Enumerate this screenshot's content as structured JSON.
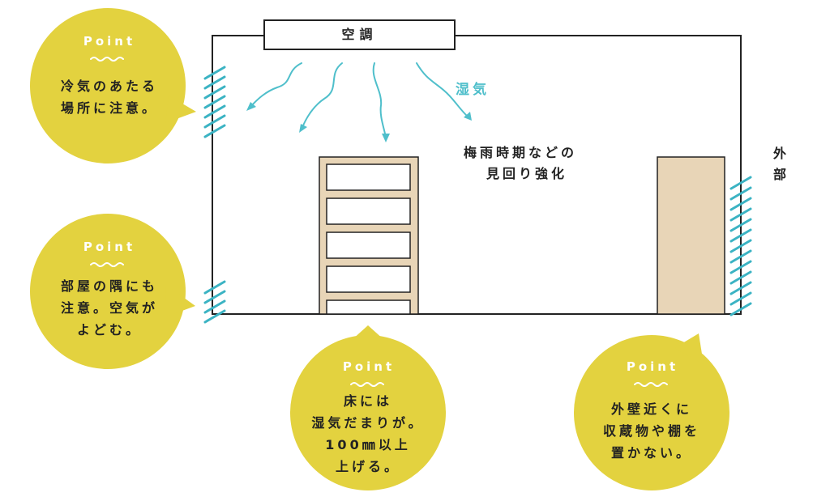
{
  "aircon": {
    "label": "空調"
  },
  "humidity": {
    "label": "湿気"
  },
  "monsoon": {
    "line1": "梅雨時期などの",
    "line2": "見回り強化"
  },
  "outside": {
    "line1": "外",
    "line2": "部"
  },
  "points": [
    {
      "label": "Point",
      "line1": "冷気のあたる",
      "line2": "場所に注意。",
      "line3": "",
      "line4": ""
    },
    {
      "label": "Point",
      "line1": "部屋の隅にも",
      "line2": "注意。空気が",
      "line3": "よどむ。",
      "line4": ""
    },
    {
      "label": "Point",
      "line1": "床には",
      "line2": "湿気だまりが。",
      "line3": "100㎜以上",
      "line4": "上げる。"
    },
    {
      "label": "Point",
      "line1": "外壁近くに",
      "line2": "収蔵物や棚を",
      "line3": "置かない。",
      "line4": ""
    }
  ],
  "colors": {
    "bubble": "#E3D23F",
    "hatch": "#3BB3C3",
    "arrow": "#4FBFCB",
    "shelf": "#E8D5B7",
    "room_line": "#222222"
  }
}
